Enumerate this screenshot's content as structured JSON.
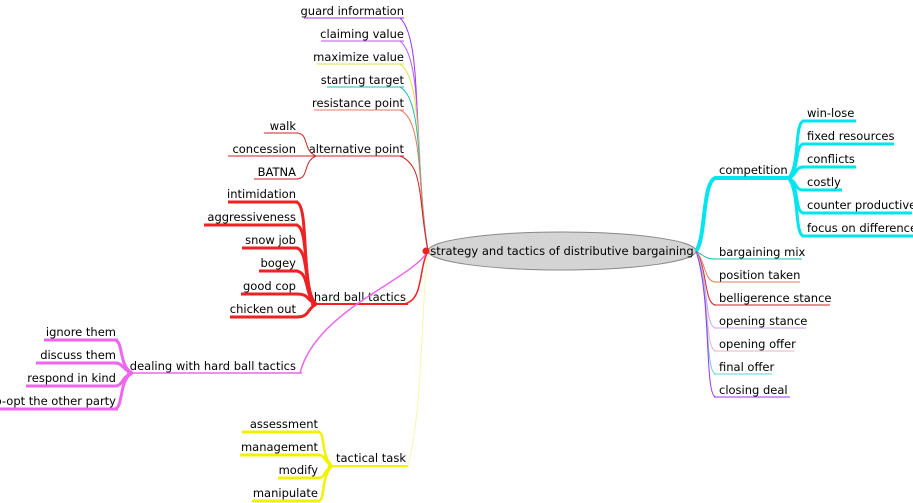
{
  "center": {
    "label": "strategy and tactics of distributive bargaining"
  },
  "colors": {
    "purple": "#9933ff",
    "cyan": "#00e5ee",
    "red": "#ee2222",
    "pink": "#ee66ee",
    "yellow": "#f2f200",
    "gold": "#e0e040",
    "teal": "#22bbbb",
    "salmon": "#e87a60",
    "lavender": "#c6a6ea",
    "darkred": "#cc2222",
    "center_fill": "#d4d4d4"
  },
  "left": {
    "guard": "guard information",
    "claiming": "claiming value",
    "maximize": "maximize value",
    "starting": "starting target",
    "resistance": "resistance point",
    "alternative": {
      "label": "alternative point",
      "children": [
        "walk",
        "concession",
        "BATNA"
      ]
    },
    "hardball": {
      "label": "hard ball tactics",
      "children": [
        "intimidation",
        "aggressiveness",
        "snow job",
        "bogey",
        "good cop",
        "chicken out"
      ]
    },
    "dealing": {
      "label": "dealing with hard ball tactics",
      "children": [
        "ignore them",
        "discuss them",
        "respond in kind",
        "co-opt the other party"
      ]
    },
    "tactical": {
      "label": "tactical task",
      "children": [
        "assessment",
        "management",
        "modify",
        "manipulate"
      ]
    }
  },
  "right": {
    "competition": {
      "label": "competition",
      "children": [
        "win-lose",
        "fixed resources",
        "conflicts",
        "costly",
        "counter productive",
        "focus on difference"
      ]
    },
    "bargaining_mix": "bargaining mix",
    "position_taken": "position taken",
    "belligerence": "belligerence stance",
    "opening_stance": "opening stance",
    "opening_offer": "opening offer",
    "final_offer": "final offer",
    "closing_deal": "closing deal"
  }
}
